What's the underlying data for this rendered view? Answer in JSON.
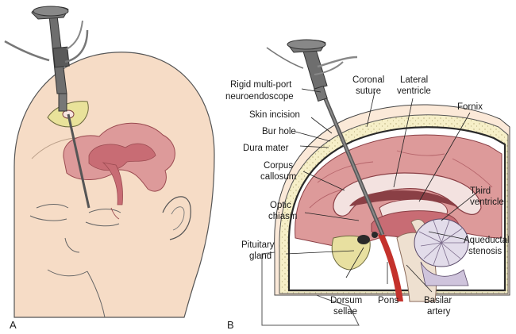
{
  "panels": {
    "a": "A",
    "b": "B"
  },
  "labels": {
    "endoscope": [
      "Rigid multi-port",
      "neuroendoscope"
    ],
    "skin_incision": "Skin incision",
    "bur_hole": "Bur hole",
    "dura_mater": "Dura mater",
    "corpus_callosum": [
      "Corpus",
      "callosum"
    ],
    "optic_chiasm": [
      "Optic",
      "chiasm"
    ],
    "pituitary_gland": [
      "Pituitary",
      "gland"
    ],
    "coronal_suture": [
      "Coronal",
      "suture"
    ],
    "lateral_ventricle": [
      "Lateral",
      "ventricle"
    ],
    "fornix": "Fornix",
    "third_ventricle": [
      "Third",
      "ventricle"
    ],
    "aqueductal_stenosis": [
      "Aqueductal",
      "stenosis"
    ],
    "dorsum_sellae": [
      "Dorsum",
      "sellae"
    ],
    "pons": "Pons",
    "basilar_artery": [
      "Basilar",
      "artery"
    ]
  },
  "colors": {
    "skin": "#f6dcc6",
    "skin_outline": "#555555",
    "brain": "#dd9a9a",
    "brain_dark": "#b85a5e",
    "ventricle_pale": "#f3e2e0",
    "bone": "#f6efc8",
    "bone_dots": "#b8ae7a",
    "dura": "#2a2a2a",
    "instrument": "#6e6e6e",
    "instrument_dark": "#333333",
    "incision": "#e9e29a",
    "cerebellum": "#e2dcea",
    "pons_fill": "#eee0d0"
  }
}
